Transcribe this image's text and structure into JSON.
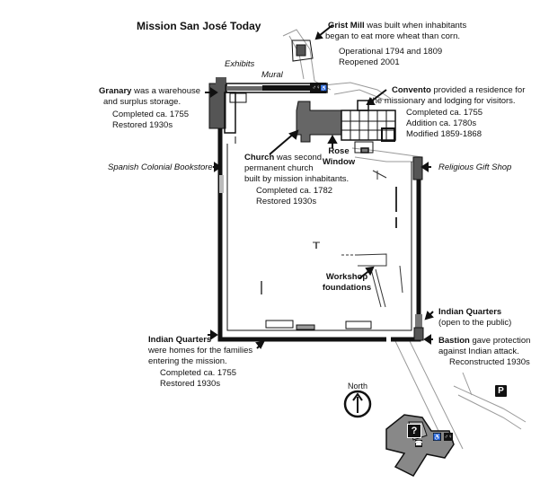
{
  "title": "Mission San José Today",
  "labels": {
    "grist_mill": {
      "name": "Grist Mill",
      "desc": "was built when inhabitants",
      "desc2": "began to eat more wheat than corn.",
      "l1": "Operational 1794 and 1809",
      "l2": "Reopened 2001"
    },
    "exhibits": "Exhibits",
    "mural": "Mural",
    "granary": {
      "name": "Granary",
      "desc": "was a warehouse",
      "desc2": "and surplus storage.",
      "l1": "Completed ca. 1755",
      "l2": "Restored 1930s"
    },
    "convento": {
      "name": "Convento",
      "desc": "provided a residence for",
      "desc2": "the missionary and lodging for visitors.",
      "l1": "Completed ca. 1755",
      "l2": "Addition ca. 1780s",
      "l3": "Modified 1859-1868"
    },
    "rose_window": {
      "l1": "Rose",
      "l2": "Window"
    },
    "bookstore": "Spanish Colonial Bookstore",
    "gift_shop": "Religious Gift Shop",
    "church": {
      "name": "Church",
      "desc": "was second",
      "desc2": "permanent church",
      "desc3": "built by mission inhabitants.",
      "l1": "Completed ca. 1782",
      "l2": "Restored 1930s"
    },
    "workshop": {
      "l1": "Workshop",
      "l2": "foundations"
    },
    "indian_quarters_open": {
      "name": "Indian Quarters",
      "desc": "(open to the public)"
    },
    "bastion": {
      "name": "Bastion",
      "desc": "gave protection",
      "desc2": "against Indian attack.",
      "l1": "Reconstructed 1930s"
    },
    "indian_quarters": {
      "name": "Indian Quarters",
      "desc": "were homes for the families",
      "desc2": "entering the mission.",
      "l1": "Completed ca. 1755",
      "l2": "Restored 1930s"
    },
    "north": "North",
    "parking": "P",
    "info": "?"
  }
}
